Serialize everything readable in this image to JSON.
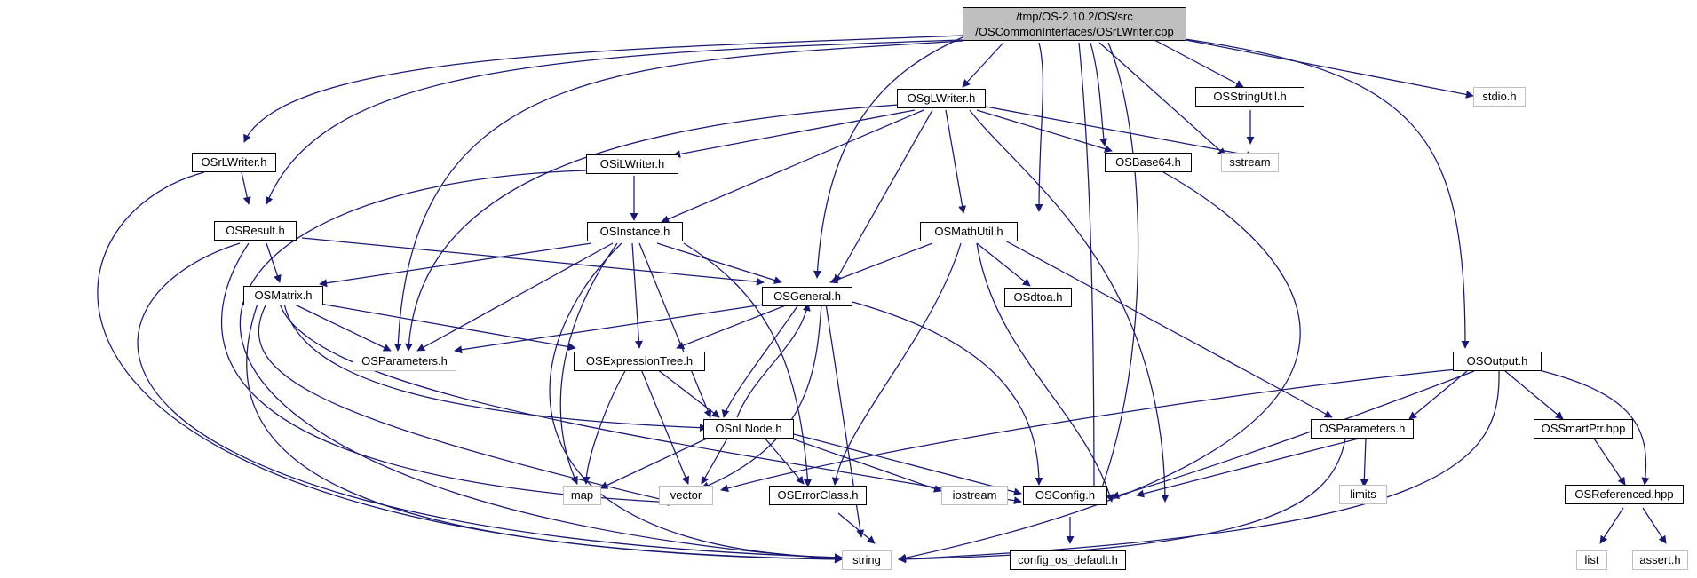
{
  "graph": {
    "root": {
      "line1": "/tmp/OS-2.10.2/OS/src",
      "line2": "/OSCommonInterfaces/OSrLWriter.cpp"
    },
    "nodes": {
      "osrlwriter_h": "OSrLWriter.h",
      "osresult_h": "OSResult.h",
      "osmatrix_h": "OSMatrix.h",
      "osparameters_h_ext": "OSParameters.h",
      "osglwriter_h": "OSgLWriter.h",
      "osilwriter_h": "OSiLWriter.h",
      "osinstance_h": "OSInstance.h",
      "osgeneral_h": "OSGeneral.h",
      "osexpressiontree_h": "OSExpressionTree.h",
      "osnlnode_h": "OSnLNode.h",
      "osmathutil_h": "OSMathUtil.h",
      "osdtoa_h": "OSdtoa.h",
      "oserrorclass_h": "OSErrorClass.h",
      "osbase64_h": "OSBase64.h",
      "osstringutil_h": "OSStringUtil.h",
      "sstream": "sstream",
      "stdio_h": "stdio.h",
      "osoutput_h": "OSOutput.h",
      "osparameters_h": "OSParameters.h",
      "ossmartptr_hpp": "OSSmartPtr.hpp",
      "osreferenced_hpp": "OSReferenced.hpp",
      "osconfig_h": "OSConfig.h",
      "config_os_default_h": "config_os_default.h",
      "map": "map",
      "vector": "vector",
      "iostream": "iostream",
      "string": "string",
      "limits": "limits",
      "list": "list",
      "assert_h": "assert.h"
    },
    "edge_color": "#191970",
    "internal_border": "#000000",
    "external_border": "#bfbfbf",
    "root_fill": "#bfbfbf"
  }
}
